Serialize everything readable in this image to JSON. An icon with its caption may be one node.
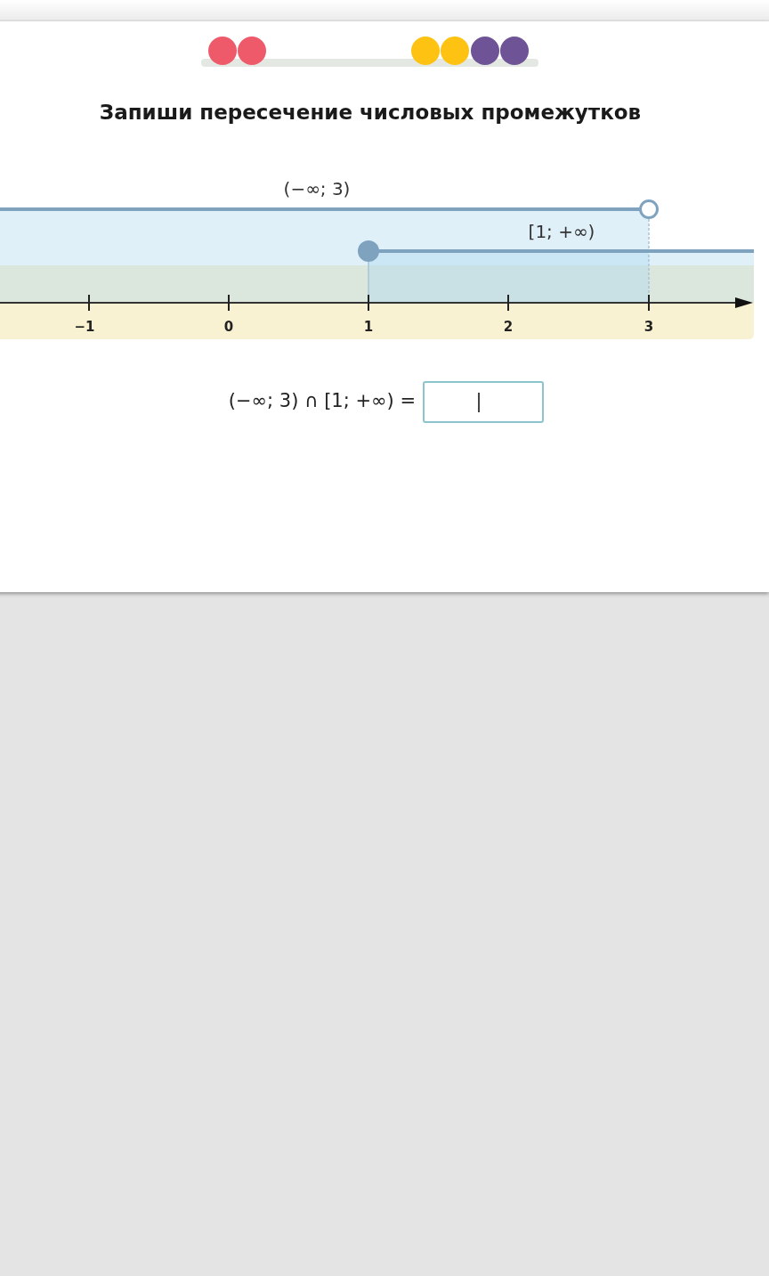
{
  "diagram": {
    "title": "Запиши пересечение числовых промежутков",
    "labels": [
      "(−∞; 3)",
      "[1; +∞)",
      "−1",
      "0",
      "1",
      "2",
      "3",
      "(−∞; 3) ∩ [1; +∞) ="
    ]
  }
}
